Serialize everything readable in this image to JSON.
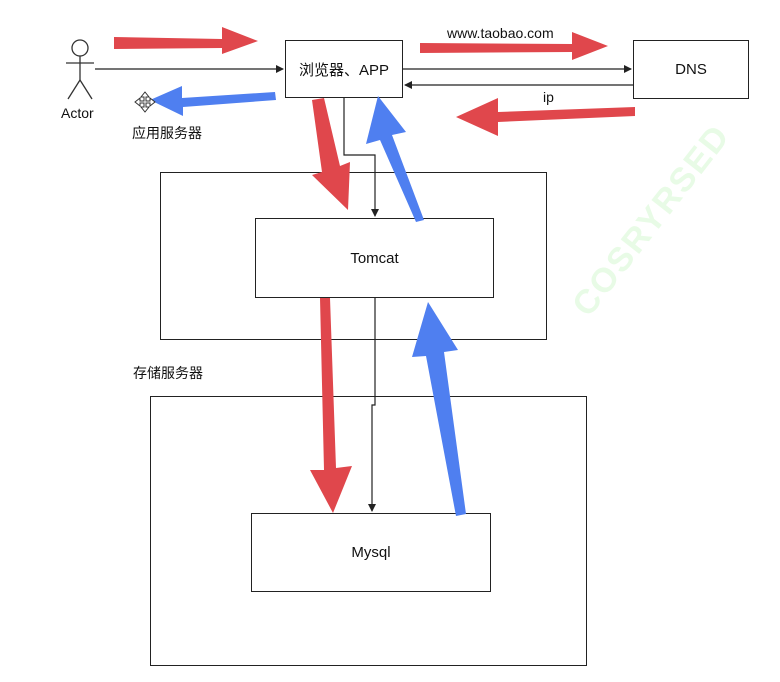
{
  "nodes": {
    "actor": "Actor",
    "browser": "浏览器、APP",
    "dns": "DNS",
    "tomcat": "Tomcat",
    "mysql": "Mysql"
  },
  "groups": {
    "app_server": "应用服务器",
    "storage_server": "存储服务器"
  },
  "edge_labels": {
    "domain": "www.taobao.com",
    "ip": "ip"
  },
  "watermark": "COSRYRSED",
  "colors": {
    "red_arrow": "#e0474c",
    "blue_arrow": "#4f7ff0",
    "line": "#222222"
  }
}
